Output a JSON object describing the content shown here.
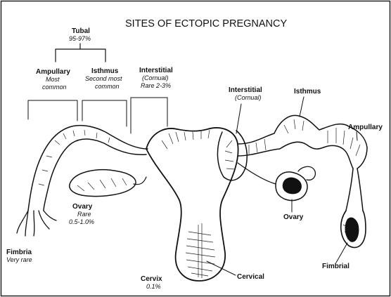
{
  "title": "SITES OF ECTOPIC PREGNANCY",
  "tubal": {
    "label": "Tubal",
    "pct": "95-97%"
  },
  "ampullary_left": {
    "label": "Ampullary",
    "note1": "Most",
    "note2": "common"
  },
  "isthmus_left": {
    "label": "Isthmus",
    "note1": "Second most",
    "note2": "common"
  },
  "interstitial_left": {
    "label": "Interstitial",
    "note1": "(Cornual)",
    "note2": "Rare 2-3%"
  },
  "ovary_left": {
    "label": "Ovary",
    "note1": "Rare",
    "note2": "0.5-1.0%"
  },
  "fimbria_left": {
    "label": "Fimbria",
    "note": "Very rare"
  },
  "cervix": {
    "label": "Cervix",
    "pct": "0.1%"
  },
  "cervical": "Cervical",
  "interstitial_right": {
    "label": "Interstitial",
    "note": "(Cornual)"
  },
  "isthmus_right": "Isthmus",
  "ampullary_right": "Ampullary",
  "ovary_right": "Ovary",
  "fimbrial_right": "Fimbrial"
}
